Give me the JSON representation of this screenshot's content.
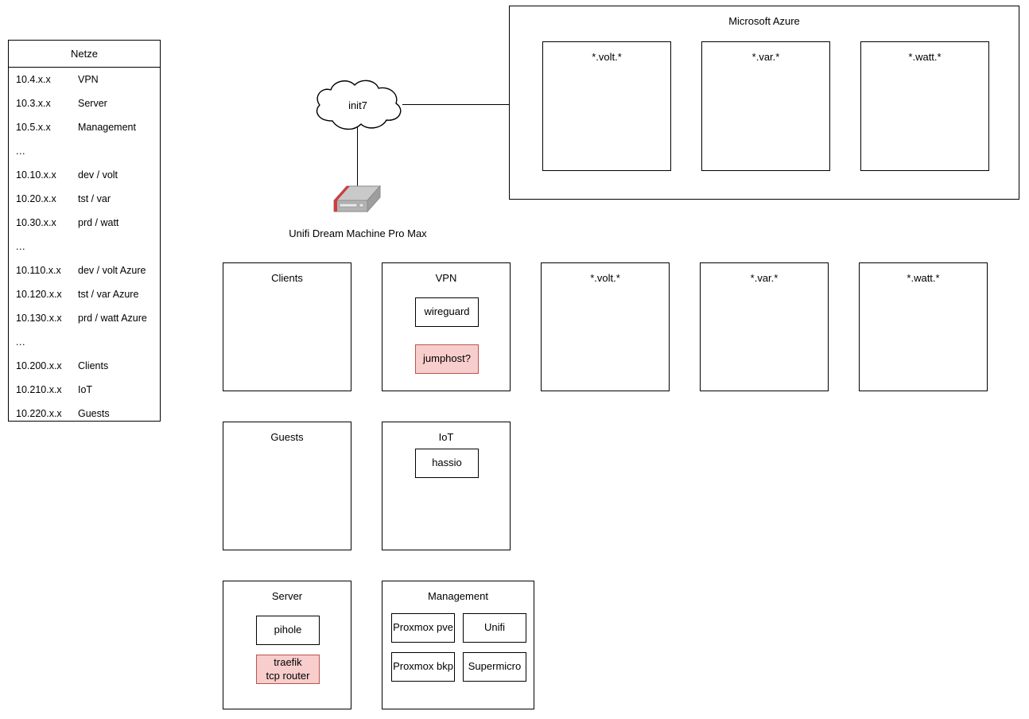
{
  "legend": {
    "title": "Netze",
    "rows": [
      {
        "cidr": "10.4.x.x",
        "name": "VPN"
      },
      {
        "cidr": "10.3.x.x",
        "name": "Server"
      },
      {
        "cidr": "10.5.x.x",
        "name": "Management"
      },
      {
        "cidr": "...",
        "name": ""
      },
      {
        "cidr": "10.10.x.x",
        "name": "dev / volt"
      },
      {
        "cidr": "10.20.x.x",
        "name": "tst / var"
      },
      {
        "cidr": "10.30.x.x",
        "name": "prd / watt"
      },
      {
        "cidr": "...",
        "name": ""
      },
      {
        "cidr": "10.110.x.x",
        "name": "dev / volt Azure"
      },
      {
        "cidr": "10.120.x.x",
        "name": "tst / var Azure"
      },
      {
        "cidr": "10.130.x.x",
        "name": "prd / watt Azure"
      },
      {
        "cidr": "...",
        "name": ""
      },
      {
        "cidr": "10.200.x.x",
        "name": "Clients"
      },
      {
        "cidr": "10.210.x.x",
        "name": "IoT"
      },
      {
        "cidr": "10.220.x.x",
        "name": "Guests"
      }
    ]
  },
  "internet": {
    "cloud_label": "init7",
    "router_icon": "firewall-appliance-icon",
    "router_caption": "Unifi Dream Machine Pro Max"
  },
  "azure": {
    "title": "Microsoft Azure",
    "zones": [
      {
        "title": "*.volt.*"
      },
      {
        "title": "*.var.*"
      },
      {
        "title": "*.watt.*"
      }
    ]
  },
  "vlans": {
    "row1": [
      {
        "title": "Clients",
        "nodes": []
      },
      {
        "title": "VPN",
        "nodes": [
          {
            "label": "wireguard",
            "highlight": false
          },
          {
            "label": "jumphost?",
            "highlight": true
          }
        ]
      },
      {
        "title": "*.volt.*",
        "nodes": []
      },
      {
        "title": "*.var.*",
        "nodes": []
      },
      {
        "title": "*.watt.*",
        "nodes": []
      }
    ],
    "row2": [
      {
        "title": "Guests",
        "nodes": []
      },
      {
        "title": "IoT",
        "nodes": [
          {
            "label": "hassio",
            "highlight": false
          }
        ]
      }
    ],
    "row3": [
      {
        "title": "Server",
        "nodes": [
          {
            "label": "pihole",
            "highlight": false
          },
          {
            "label": "traefik\ntcp router",
            "highlight": true
          }
        ]
      },
      {
        "title": "Management",
        "nodes": [
          {
            "label": "Proxmox pve",
            "highlight": false
          },
          {
            "label": "Unifi",
            "highlight": false
          },
          {
            "label": "Proxmox bkp",
            "highlight": false
          },
          {
            "label": "Supermicro",
            "highlight": false
          }
        ]
      }
    ]
  },
  "colors": {
    "stroke": "#000000",
    "highlight_fill": "#f8cecc",
    "highlight_stroke": "#b85450",
    "router_accent": "#d23b3b",
    "router_body": "#b3b3b3"
  }
}
